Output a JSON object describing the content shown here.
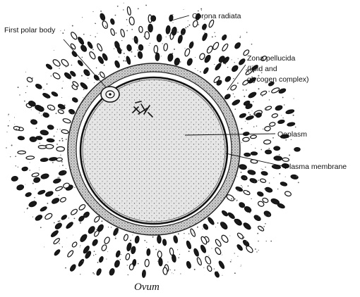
{
  "diagram": {
    "labels": {
      "corona_radiata": "Corona radiata",
      "first_polar_body": "First polar body",
      "zona_pellucida_line1": "Zona pellucida",
      "zona_pellucida_line2": "(lipid and",
      "zona_pellucida_line3": "glycogen complex)",
      "ooplasm": "Ooplasm",
      "plasma_membrane": "Plasma membrane"
    },
    "caption": "Ovum"
  },
  "colors": {
    "ink": "#111111",
    "cell_fill": "#e4e4e4",
    "zona_fill": "#cfcfcf",
    "background": "#ffffff"
  }
}
